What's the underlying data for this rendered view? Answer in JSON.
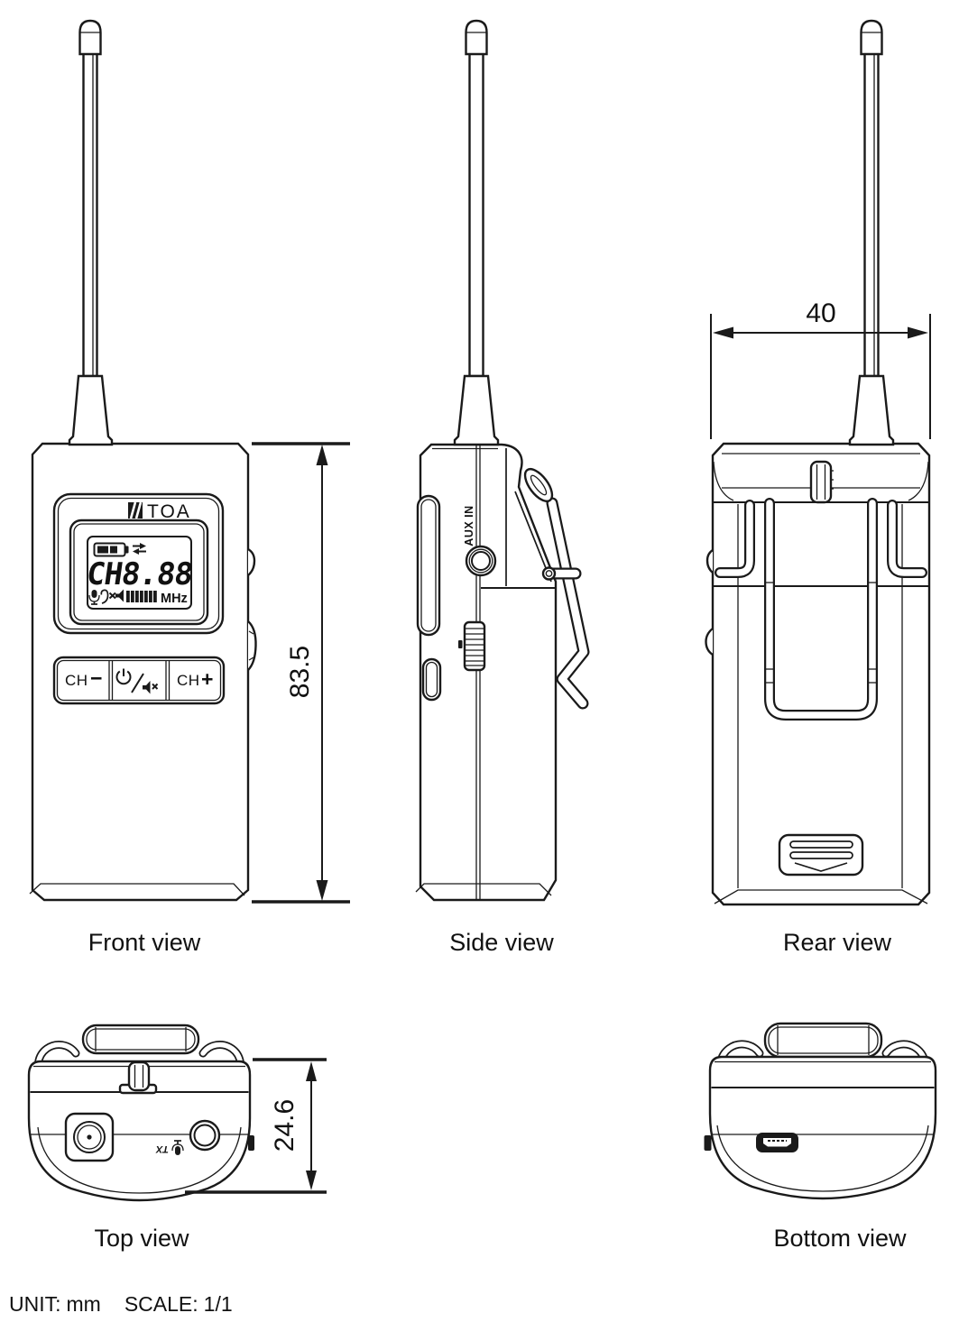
{
  "page": {
    "background": "#ffffff",
    "line_color": "#1a1a1a",
    "title": "Wireless bodypack dimensional drawing"
  },
  "device": {
    "brand": "TOA",
    "lcd": {
      "channel": "CH8.88",
      "unit": "MHz"
    },
    "buttons": {
      "ch_down": {
        "label": "CH",
        "sign": "−"
      },
      "ch_up": {
        "label": "CH",
        "sign": "+"
      }
    },
    "side_jack_label": "AUX IN",
    "top_label": "TX"
  },
  "icons": {
    "battery": "battery-level-icon",
    "sync": "sync-arrows-icon",
    "mic": "mic-icon",
    "ear": "ear-icon",
    "mute": "mute-speaker-icon",
    "signal": "signal-bars-icon",
    "power": "power-icon",
    "minus": "minus-icon",
    "plus": "plus-icon",
    "antenna": "antenna",
    "belt_clip": "belt-clip",
    "usb": "micro-usb-port-icon"
  },
  "views": {
    "front": {
      "label": "Front view"
    },
    "side": {
      "label": "Side view"
    },
    "rear": {
      "label": "Rear view"
    },
    "top": {
      "label": "Top view"
    },
    "bottom": {
      "label": "Bottom view"
    }
  },
  "dimensions": {
    "height_mm": "83.5",
    "width_mm": "40",
    "depth_mm": "24.6"
  },
  "footer": {
    "unit_label": "UNIT:",
    "unit_value": "mm",
    "scale_label": "SCALE:",
    "scale_value": "1/1"
  }
}
